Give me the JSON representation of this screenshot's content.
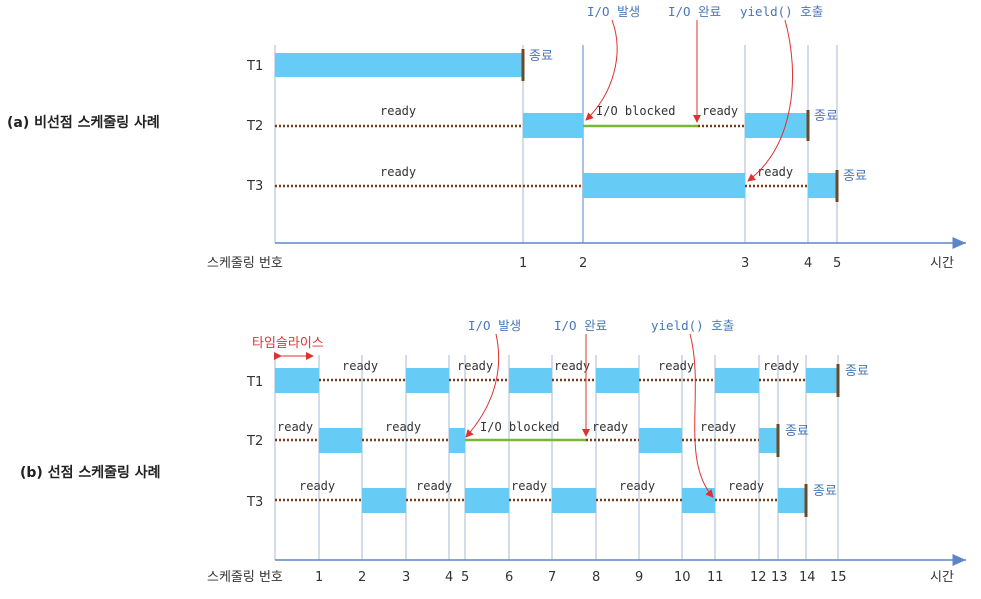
{
  "colors": {
    "run": "#66ccf5",
    "ready": "#7a3b1a",
    "blocked": "#78b833",
    "end_mark": "#6b4a2a",
    "accent_blue": "#4a76b8",
    "accent_red": "#e03030",
    "axis": "#5b86c7",
    "gridline": "#a9bad6"
  },
  "panel_a": {
    "title": "(a) 비선점 스케줄링 사례",
    "axis_label": "스케줄링 번호",
    "time_label": "시간",
    "tick_labels": [
      "1",
      "2",
      "3",
      "4",
      "5"
    ],
    "threads": [
      {
        "name": "T1",
        "end_label": "종료",
        "ready_labels": [],
        "blocked_label": ""
      },
      {
        "name": "T2",
        "end_label": "종료",
        "ready_labels": [
          "ready",
          "ready"
        ],
        "blocked_label": "I/O blocked"
      },
      {
        "name": "T3",
        "end_label": "종료",
        "ready_labels": [
          "ready",
          "ready"
        ],
        "blocked_label": ""
      }
    ],
    "events": [
      {
        "label": "I/O 발생"
      },
      {
        "label": "I/O 완료"
      },
      {
        "label": "yield() 호출"
      }
    ]
  },
  "panel_b": {
    "title": "(b) 선점 스케줄링 사례",
    "axis_label": "스케줄링 번호",
    "time_label": "시간",
    "timeslice_label": "타임슬라이스",
    "tick_labels": [
      "1",
      "2",
      "3",
      "4",
      "5",
      "6",
      "7",
      "8",
      "9",
      "10",
      "11",
      "12",
      "13",
      "14",
      "15"
    ],
    "threads": [
      {
        "name": "T1",
        "end_label": "종료",
        "ready_labels": [
          "ready",
          "ready",
          "ready",
          "ready",
          "ready"
        ],
        "blocked_label": ""
      },
      {
        "name": "T2",
        "end_label": "종료",
        "ready_labels": [
          "ready",
          "ready",
          "ready",
          "ready"
        ],
        "blocked_label": "I/O blocked"
      },
      {
        "name": "T3",
        "end_label": "종료",
        "ready_labels": [
          "ready",
          "ready",
          "ready",
          "ready",
          "ready"
        ],
        "blocked_label": ""
      }
    ],
    "events": [
      {
        "label": "I/O 발생"
      },
      {
        "label": "I/O 완료"
      },
      {
        "label": "yield() 호출"
      }
    ]
  }
}
